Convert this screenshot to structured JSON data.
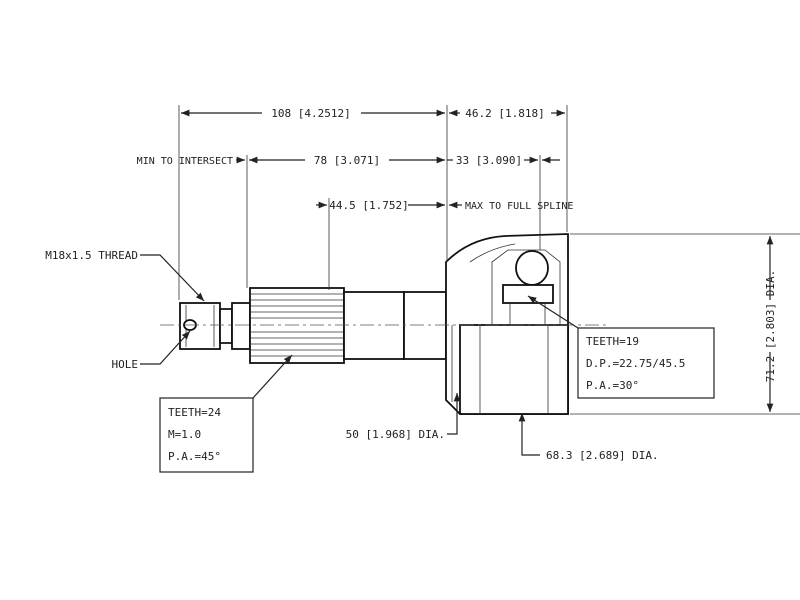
{
  "dimensions": {
    "overall_shaft": "108 [4.2512]",
    "housing_length": "46.2 [1.818]",
    "min_to_intersect": "MIN TO INTERSECT",
    "spline_length": "78 [3.071]",
    "bore_depth": "33 [3.090]",
    "spline_start": "44.5 [1.752]",
    "max_full_spline": "MAX TO FULL SPLINE",
    "outer_dia": "71.2 [2.803] DIA.",
    "seal_dia": "50 [1.968] DIA.",
    "body_dia": "68.3 [2.689] DIA."
  },
  "labels": {
    "thread": "M18x1.5 THREAD",
    "hole": "HOLE"
  },
  "spline_box_outer": {
    "teeth": "TEETH=24",
    "module": "M=1.0",
    "pressure_angle": "P.A.=45°"
  },
  "spline_box_inner": {
    "teeth": "TEETH=19",
    "pitch_dia": "D.P.=22.75/45.5",
    "pressure_angle": "P.A.=30°"
  }
}
